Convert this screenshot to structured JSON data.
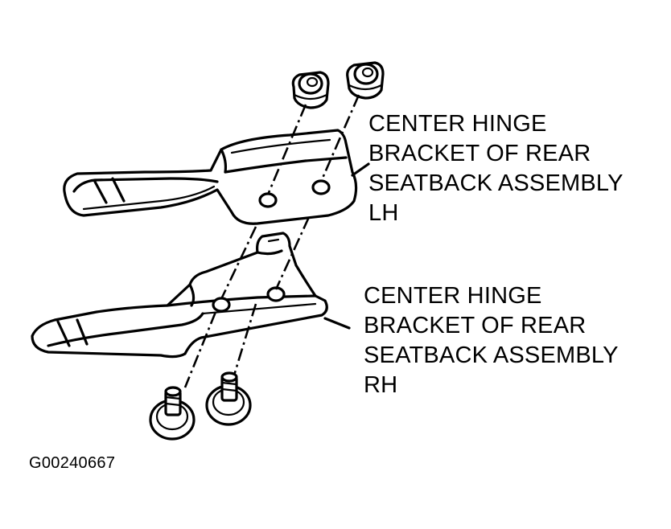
{
  "labels": {
    "lh": {
      "line1": "CENTER HINGE",
      "line2": "BRACKET OF REAR",
      "line3": "SEATBACK ASSEMBLY",
      "line4": "LH"
    },
    "rh": {
      "line1": "CENTER HINGE",
      "line2": "BRACKET OF REAR",
      "line3": "SEATBACK ASSEMBLY",
      "line4": "RH"
    }
  },
  "figure_id": "G00240667",
  "colors": {
    "ink": "#000000",
    "paper": "#ffffff"
  }
}
